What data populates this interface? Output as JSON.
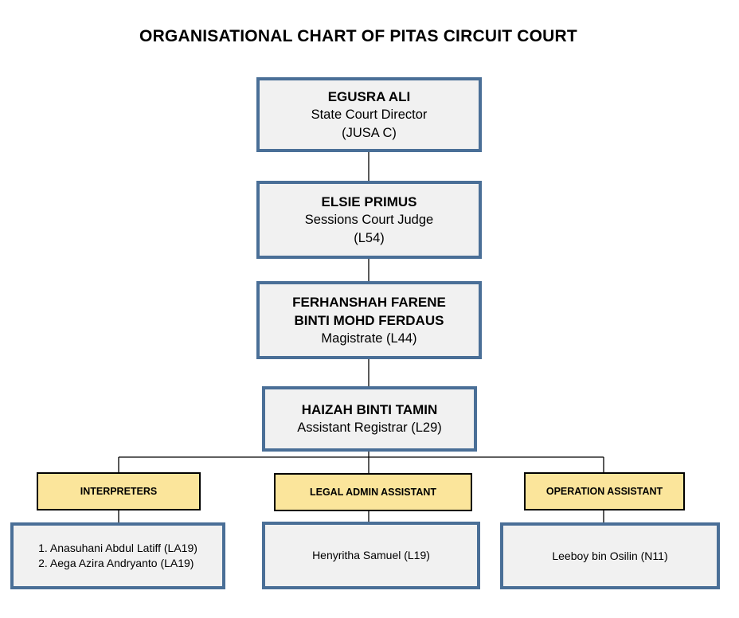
{
  "title": "ORGANISATIONAL CHART OF PITAS CIRCUIT COURT",
  "nodes": {
    "director": {
      "name": "EGUSRA ALI",
      "role": "State Court Director",
      "grade": "(JUSA C)"
    },
    "judge": {
      "name": "ELSIE PRIMUS",
      "role": "Sessions Court Judge",
      "grade": "(L54)"
    },
    "magistrate": {
      "name_line1": "FERHANSHAH FARENE",
      "name_line2": "BINTI MOHD FERDAUS",
      "role": "Magistrate (L44)"
    },
    "registrar": {
      "name": "HAIZAH BINTI TAMIN",
      "role": "Assistant Registrar (L29)"
    }
  },
  "units": [
    {
      "label": "INTERPRETERS",
      "staff": [
        "1. Anasuhani Abdul Latiff (LA19)",
        "2. Aega Azira Andryanto (LA19)"
      ]
    },
    {
      "label": "LEGAL ADMIN ASSISTANT",
      "staff": [
        "Henyritha Samuel (L19)"
      ]
    },
    {
      "label": "OPERATION ASSISTANT",
      "staff": [
        "Leeboy bin Osilin (N11)"
      ]
    }
  ],
  "colors": {
    "box_border": "#4a6f97",
    "box_fill": "#f1f1f1",
    "label_fill": "#fbe59b",
    "connector": "#000000"
  }
}
